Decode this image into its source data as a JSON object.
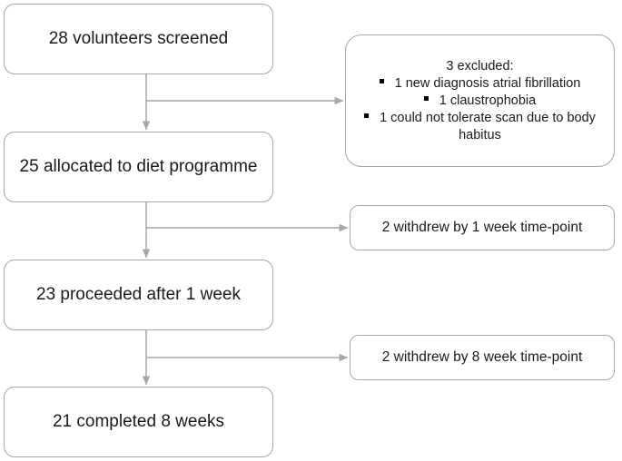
{
  "flow": {
    "screened": "28 volunteers screened",
    "allocated": "25 allocated to diet programme",
    "proceeded": "23 proceeded after 1 week",
    "completed": "21 completed 8 weeks"
  },
  "excluded": {
    "title": "3 excluded:",
    "items": [
      "1 new diagnosis atrial fibrillation",
      "1 claustrophobia",
      "1 could not tolerate scan due to body habitus"
    ]
  },
  "withdrawals": {
    "week1": "2 withdrew by 1 week time-point",
    "week8": "2 withdrew by 8 week time-point"
  },
  "colors": {
    "line": "#a6a6a6",
    "border": "#a6a6a6",
    "text": "#1a1a1a"
  }
}
